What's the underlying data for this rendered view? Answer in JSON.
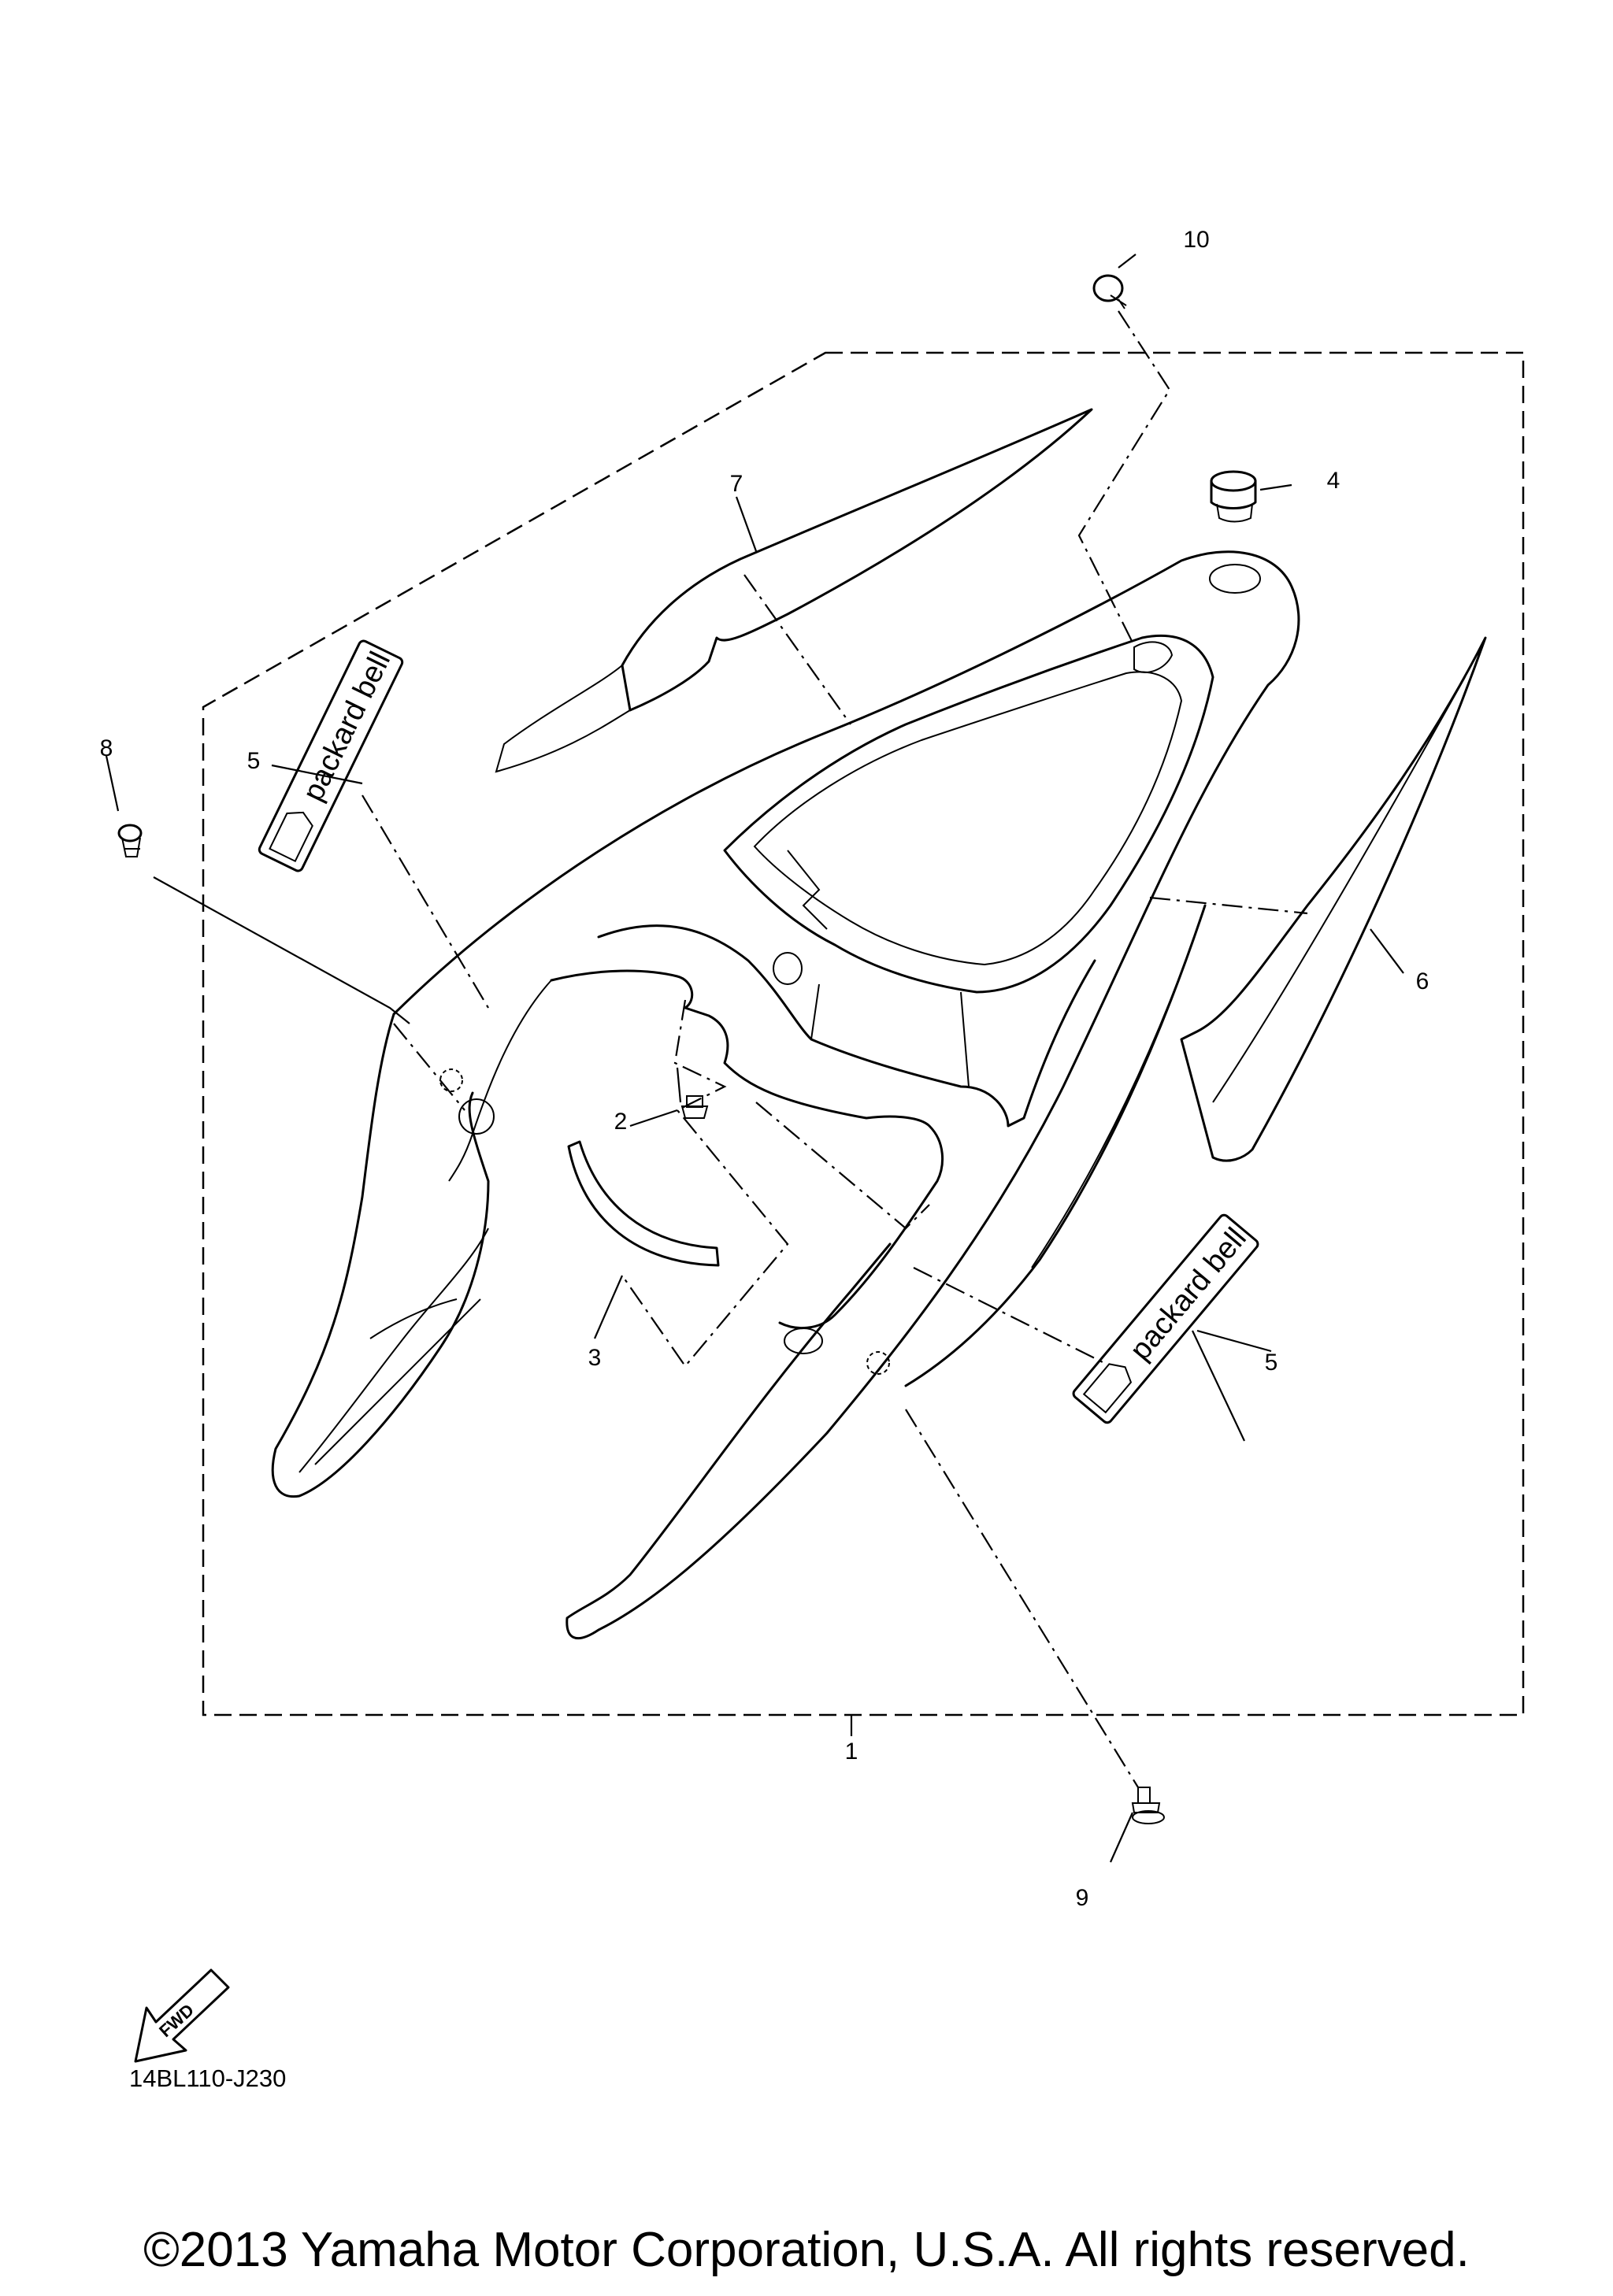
{
  "callouts": [
    "1",
    "2",
    "3",
    "4",
    "5",
    "5",
    "6",
    "7",
    "8",
    "9",
    "10"
  ],
  "decal_text": "packard bell",
  "fwd_label": "FWD",
  "diagram_code": "14BL110-J230",
  "copyright": "©2013 Yamaha Motor Corporation, U.S.A. All rights reserved."
}
